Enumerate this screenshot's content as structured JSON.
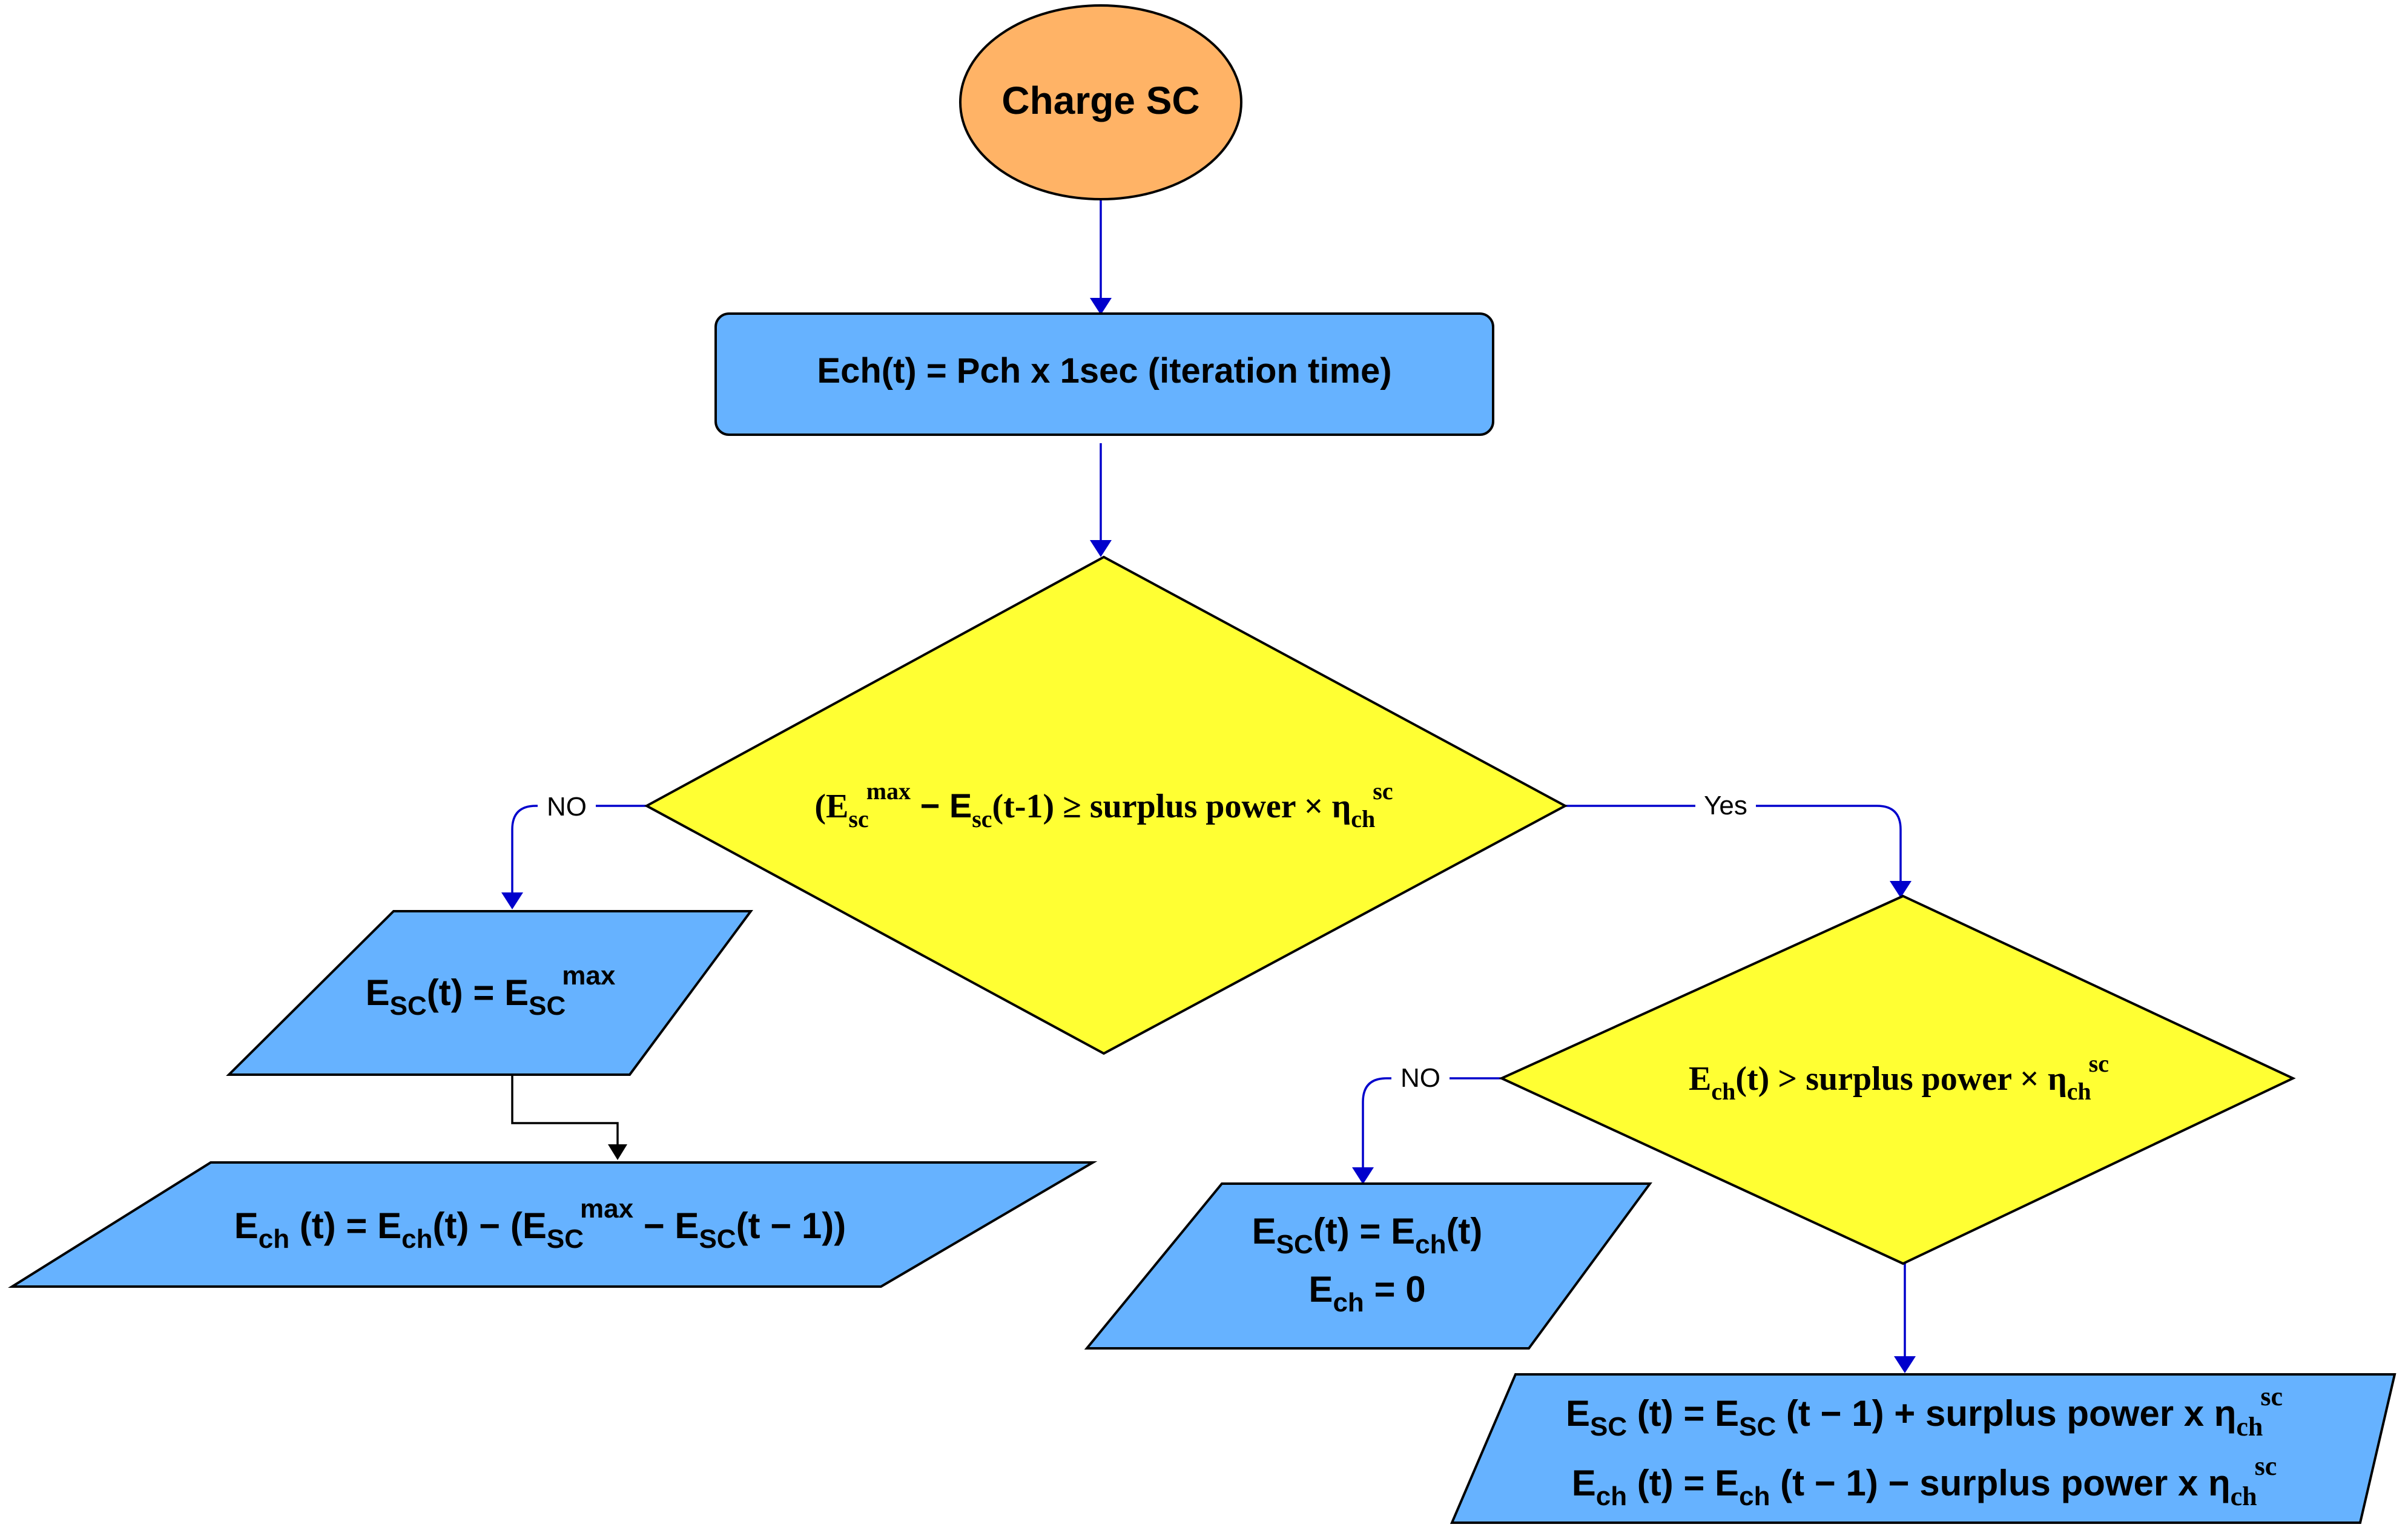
{
  "diagram": {
    "start": {
      "label": "Charge SC"
    },
    "process": {
      "label": "Ech(t) = Pch x 1sec (iteration time)"
    },
    "decision1": {
      "open": "(E",
      "sub1": "sc",
      "sup1": "max",
      "mid": " − E",
      "sub2": "sc",
      "rest": "(t-1) ≥  surplus power × η",
      "sub3": "ch",
      "sup3": "sc"
    },
    "decision2": {
      "e": "E",
      "sub1": "ch",
      "rest": "(t) >  surplus power × η",
      "sub2": "ch",
      "sup2": "sc"
    },
    "edges": {
      "no_left": "NO",
      "yes_right": "Yes",
      "no_mid": "NO"
    },
    "out_left_top": {
      "e1": "E",
      "sub1": "SC",
      "mid": "(t) = E",
      "sub2": "SC",
      "sup2": "max"
    },
    "out_left_bottom": {
      "e1": "E",
      "sub1": "ch",
      "mid1": " (t) = E",
      "sub2": "ch",
      "mid2": "(t) − (E",
      "sub3": "SC",
      "sup3": "max",
      "mid3": "  − E",
      "sub4": "SC",
      "end": "(t − 1))"
    },
    "out_mid": {
      "line1_e1": "E",
      "line1_sub1": "SC",
      "line1_mid": "(t) = E",
      "line1_sub2": "ch",
      "line1_end": "(t)",
      "line2_e": "E",
      "line2_sub": "ch",
      "line2_end": " = 0"
    },
    "out_right": {
      "line1_e1": "E",
      "line1_sub1": "SC",
      "line1_mid": " (t) = E",
      "line1_sub2": "SC",
      "line1_end": " (t − 1) + surplus power x η",
      "line1_sub3": "ch",
      "line1_sup3": "sc",
      "line2_e1": "E",
      "line2_sub1": "ch",
      "line2_mid": " (t) = E",
      "line2_sub2": "ch",
      "line2_end": " (t − 1) − surplus power x η",
      "line2_sub3": "ch",
      "line2_sup3": "sc"
    },
    "colors": {
      "blue": "#66b2ff",
      "yellow": "#ffff33",
      "orange": "#ffb366",
      "connector": "#0000cc"
    }
  }
}
